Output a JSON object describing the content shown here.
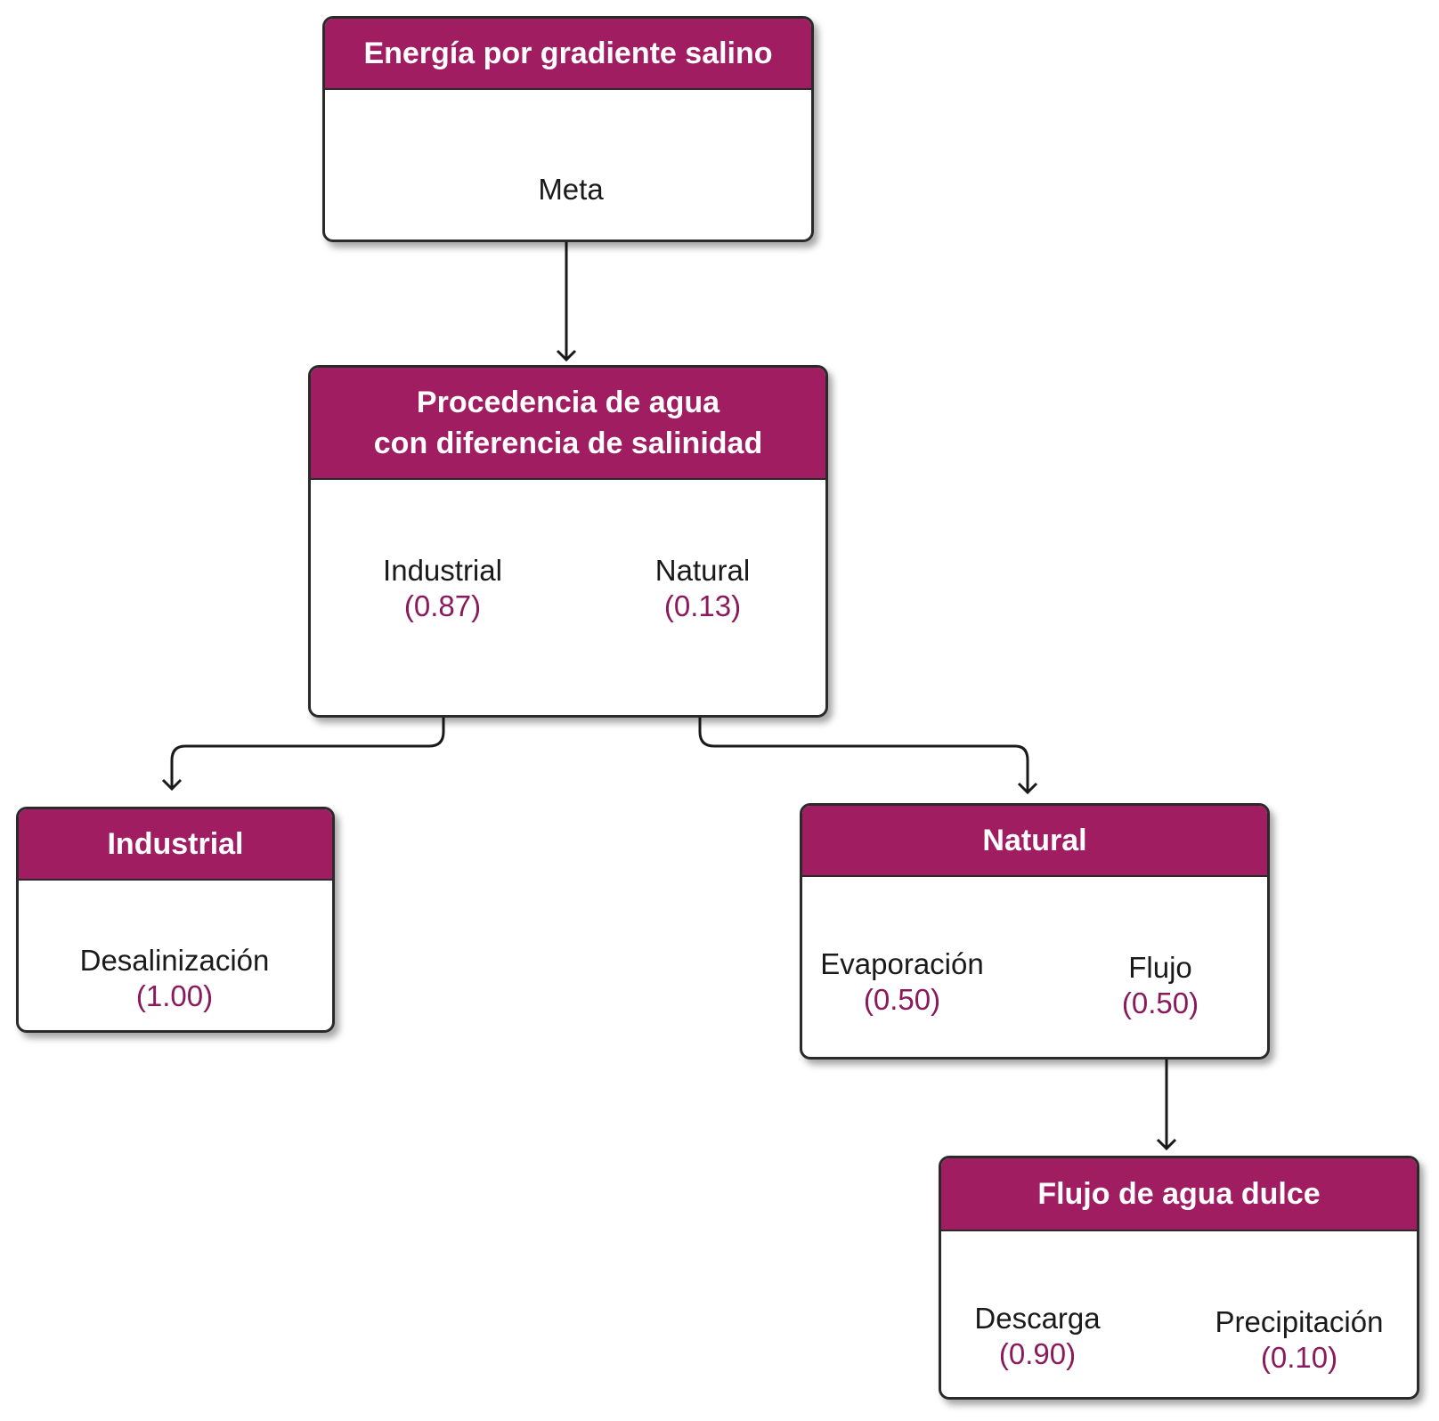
{
  "colors": {
    "header": "#a01d62",
    "value": "#8a1a5c",
    "line": "#1a1a1a"
  },
  "goal": {
    "title": "Energía por gradiente salino",
    "item": "Meta"
  },
  "source": {
    "title_line1": "Procedencia de agua",
    "title_line2": "con diferencia de salinidad",
    "items": [
      {
        "label": "Industrial",
        "value": "(0.87)"
      },
      {
        "label": "Natural",
        "value": "(0.13)"
      }
    ]
  },
  "industrial": {
    "title": "Industrial",
    "items": [
      {
        "label": "Desalinización",
        "value": "(1.00)"
      }
    ]
  },
  "natural": {
    "title": "Natural",
    "items": [
      {
        "label": "Evaporación",
        "value": "(0.50)"
      },
      {
        "label": "Flujo",
        "value": "(0.50)"
      }
    ]
  },
  "freshwater": {
    "title": "Flujo de agua dulce",
    "items": [
      {
        "label": "Descarga",
        "value": "(0.90)"
      },
      {
        "label": "Precipitación",
        "value": "(0.10)"
      }
    ]
  }
}
